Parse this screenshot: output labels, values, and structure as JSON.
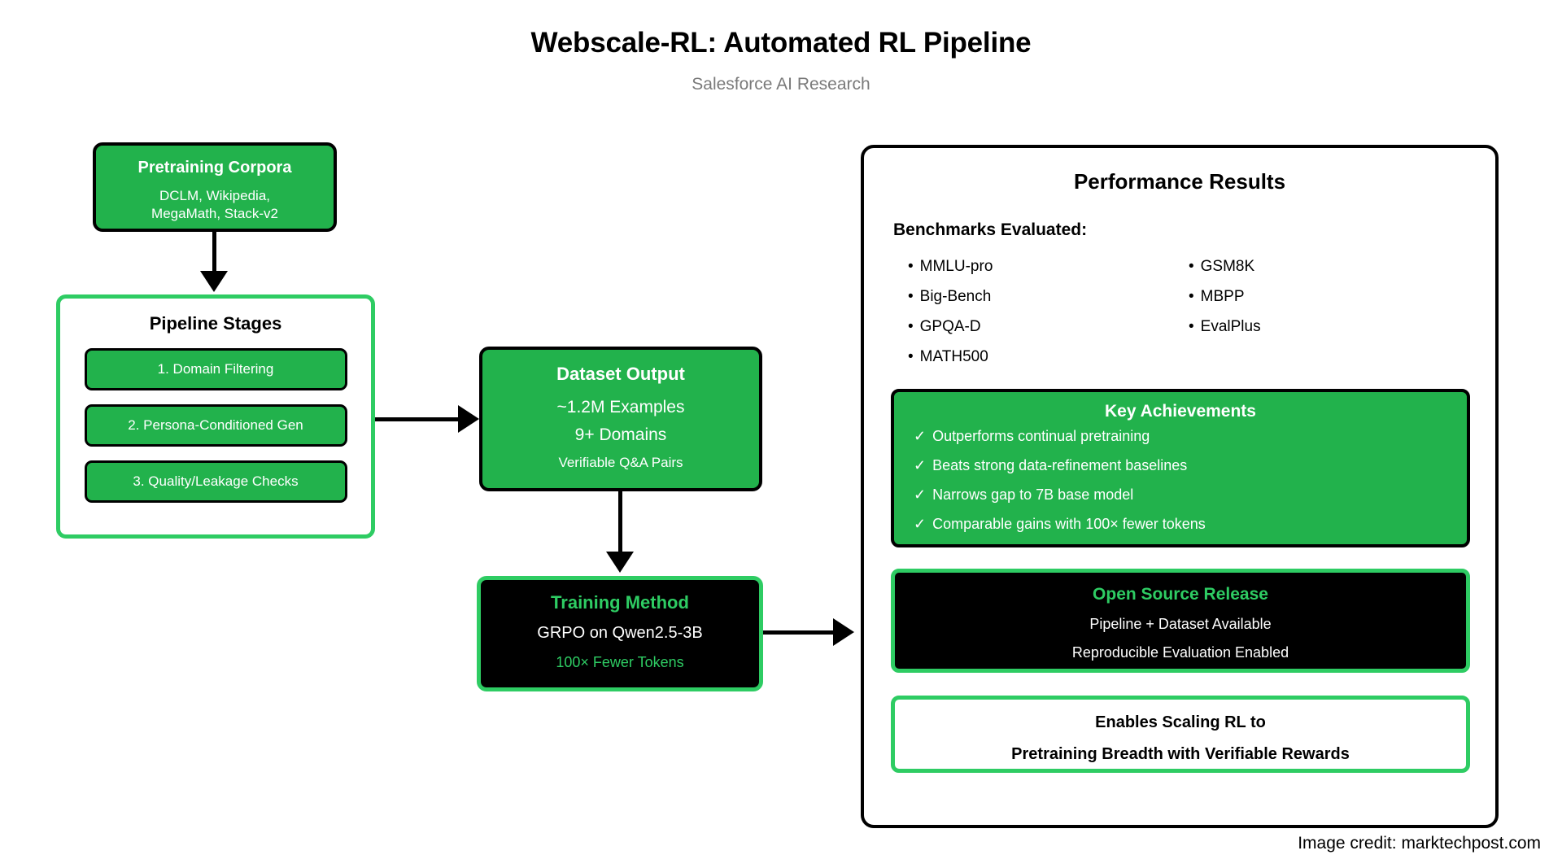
{
  "header": {
    "title": "Webscale-RL: Automated RL Pipeline",
    "subtitle": "Salesforce AI Research"
  },
  "colors": {
    "green": "#22b24c",
    "green_border": "#2ecc63",
    "black": "#000000",
    "white": "#ffffff",
    "subtitle_gray": "#7a7a7a"
  },
  "pretraining_corpora": {
    "title": "Pretraining Corpora",
    "line1": "DCLM, Wikipedia,",
    "line2": "MegaMath, Stack-v2"
  },
  "pipeline_stages": {
    "title": "Pipeline Stages",
    "stages": [
      "1. Domain Filtering",
      "2. Persona-Conditioned Gen",
      "3. Quality/Leakage Checks"
    ]
  },
  "dataset_output": {
    "title": "Dataset Output",
    "line1": "~1.2M Examples",
    "line2": "9+ Domains",
    "line3": "Verifiable Q&A Pairs"
  },
  "training_method": {
    "title": "Training Method",
    "line1": "GRPO on Qwen2.5-3B",
    "line2": "100× Fewer Tokens"
  },
  "performance": {
    "title": "Performance Results",
    "benchmarks_heading": "Benchmarks Evaluated:",
    "bullet": "•",
    "benchmarks_left": [
      "MMLU-pro",
      "Big-Bench",
      "GPQA-D",
      "MATH500"
    ],
    "benchmarks_right": [
      "GSM8K",
      "MBPP",
      "EvalPlus"
    ],
    "key_achievements": {
      "title": "Key Achievements",
      "check": "✓",
      "items": [
        "Outperforms continual pretraining",
        "Beats strong data-refinement baselines",
        "Narrows gap to 7B base model",
        "Comparable gains with 100× fewer tokens"
      ]
    },
    "open_source": {
      "title": "Open Source Release",
      "line1": "Pipeline + Dataset Available",
      "line2": "Reproducible Evaluation Enabled"
    },
    "summary": {
      "line1": "Enables Scaling RL to",
      "line2": "Pretraining Breadth with Verifiable Rewards"
    }
  },
  "footer": {
    "credit": "Image credit: marktechpost.com"
  }
}
